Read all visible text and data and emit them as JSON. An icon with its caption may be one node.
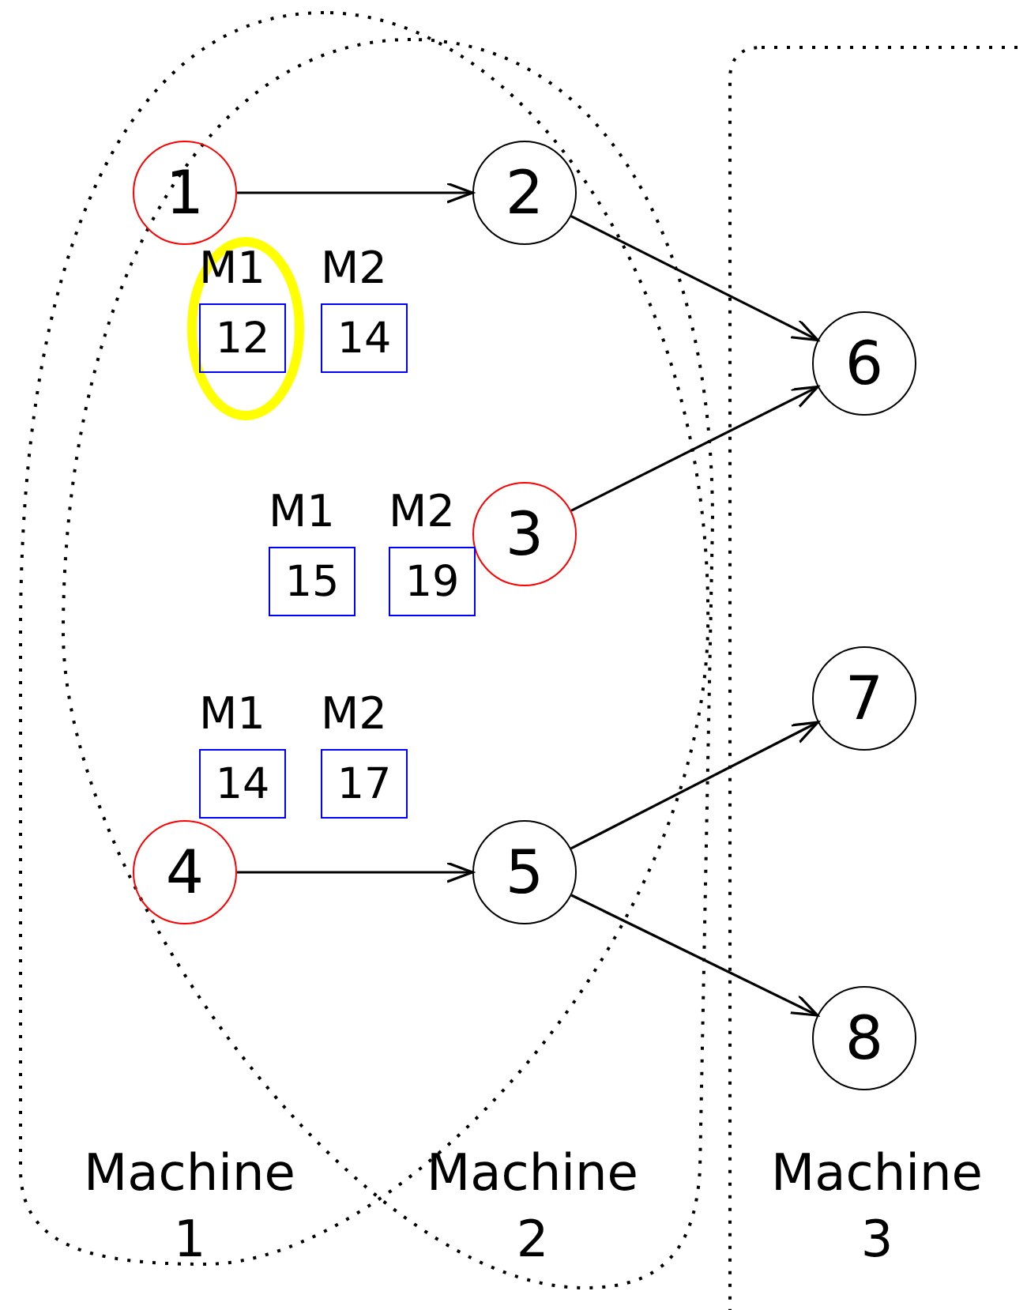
{
  "diagram": {
    "nodes": [
      {
        "text": [
          "1"
        ]
      },
      {
        "text": [
          "2"
        ]
      },
      {
        "text": [
          "3"
        ]
      },
      {
        "text": [
          "4"
        ]
      },
      {
        "text": [
          "5"
        ]
      },
      {
        "text": [
          "6"
        ]
      },
      {
        "text": [
          "7"
        ]
      },
      {
        "text": [
          "8"
        ]
      },
      {
        "text": [
          "M1",
          "12"
        ]
      },
      {
        "text": [
          "M2",
          "14"
        ]
      },
      {
        "text": [
          "M1",
          "15"
        ]
      },
      {
        "text": [
          "M2",
          "19"
        ]
      },
      {
        "text": [
          "M1",
          "14"
        ]
      },
      {
        "text": [
          "M2",
          "17"
        ]
      }
    ],
    "edges": [
      {
        "from": 0,
        "to": 1,
        "arrow": "to"
      },
      {
        "from": 1,
        "to": 5,
        "arrow": "to"
      },
      {
        "from": 2,
        "to": 5,
        "arrow": "to"
      },
      {
        "from": 3,
        "to": 4,
        "arrow": "to"
      },
      {
        "from": 4,
        "to": 6,
        "arrow": "to"
      },
      {
        "from": 4,
        "to": 7,
        "arrow": "to"
      }
    ],
    "labels": [
      "Machine 1",
      "Machine 2",
      "Machine 3"
    ]
  }
}
